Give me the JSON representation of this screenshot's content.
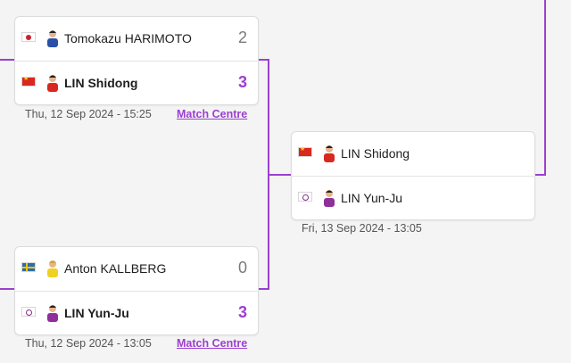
{
  "colors": {
    "accent": "#9b3fd1",
    "bracket_line": "#9b3fd1"
  },
  "matches": [
    {
      "date": "Thu, 12 Sep 2024 - 15:25",
      "match_centre": "Match Centre",
      "players": [
        {
          "flag": "japan-flag-icon",
          "name": "Tomokazu HARIMOTO",
          "score": "2",
          "winner": false
        },
        {
          "flag": "china-flag-icon",
          "name": "LIN Shidong",
          "score": "3",
          "winner": true
        }
      ]
    },
    {
      "date": "Thu, 12 Sep 2024 - 13:05",
      "match_centre": "Match Centre",
      "players": [
        {
          "flag": "sweden-flag-icon",
          "name": "Anton KALLBERG",
          "score": "0",
          "winner": false
        },
        {
          "flag": "chinese-taipei-flag-icon",
          "name": "LIN Yun-Ju",
          "score": "3",
          "winner": true
        }
      ]
    },
    {
      "date": "Fri, 13 Sep 2024 - 13:05",
      "players": [
        {
          "flag": "china-flag-icon",
          "name": "LIN Shidong",
          "score": "",
          "winner": false
        },
        {
          "flag": "chinese-taipei-flag-icon",
          "name": "LIN Yun-Ju",
          "score": "",
          "winner": false
        }
      ]
    }
  ]
}
